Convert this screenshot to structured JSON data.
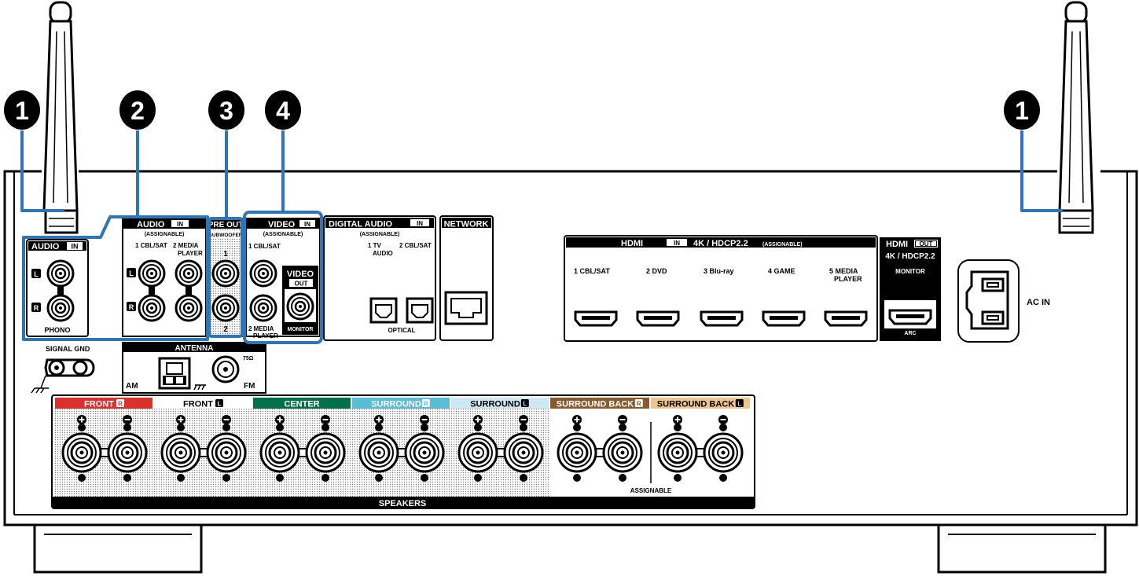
{
  "callouts": {
    "c1": "1",
    "c2": "2",
    "c3": "3",
    "c4": "4"
  },
  "audio_in_phono": {
    "title": "AUDIO",
    "tag": "IN",
    "l": "L",
    "r": "R",
    "label": "PHONO"
  },
  "audio_in": {
    "title": "AUDIO",
    "tag": "IN",
    "sub": "(ASSIGNABLE)",
    "ch1": "1 CBL/SAT",
    "ch2": "2  MEDIA",
    "ch2b": "PLAYER",
    "l": "L",
    "r": "R"
  },
  "pre_out": {
    "title": "PRE OUT",
    "sub": "SUBWOOFER",
    "one": "1",
    "two": "2"
  },
  "video_in": {
    "title": "VIDEO",
    "tag": "IN",
    "sub": "(ASSIGNABLE)",
    "ch1": "1 CBL/SAT",
    "ch2": "2  MEDIA",
    "ch2b": "PLAYER"
  },
  "video_out": {
    "title": "VIDEO",
    "tag": "OUT",
    "label": "MONITOR"
  },
  "digital_audio": {
    "title": "DIGITAL AUDIO",
    "tag": "IN",
    "sub": "(ASSIGNABLE)",
    "ch1": "1   TV",
    "ch1b": "AUDIO",
    "ch2": "2 CBL/SAT",
    "label": "OPTICAL"
  },
  "network": {
    "title": "NETWORK"
  },
  "hdmi_in": {
    "title": "HDMI",
    "tag": "IN",
    "spec": "4K / HDCP2.2",
    "sub": "(ASSIGNABLE)",
    "inputs": [
      "1  CBL/SAT",
      "2  DVD",
      "3  Blu-ray",
      "4  GAME",
      "5  MEDIA"
    ],
    "input5b": "PLAYER"
  },
  "hdmi_out": {
    "title": "HDMI",
    "tag": "OUT",
    "spec": "4K / HDCP2.2",
    "monitor": "MONITOR",
    "arc": "ARC"
  },
  "ac_in": {
    "label": "AC IN"
  },
  "signal_gnd": {
    "label": "SIGNAL GND"
  },
  "antenna": {
    "title": "ANTENNA",
    "am": "AM",
    "fm": "FM",
    "ohm": "75Ω"
  },
  "speakers": {
    "footer": "SPEAKERS",
    "assignable": "ASSIGNABLE",
    "groups": [
      {
        "label": "FRONT",
        "tag": "R",
        "color": "#d9312b",
        "text": "#ffffff"
      },
      {
        "label": "FRONT",
        "tag": "L",
        "color": "#ffffff",
        "text": "#000000"
      },
      {
        "label": "CENTER",
        "tag": "",
        "color": "#00704a",
        "text": "#ffffff"
      },
      {
        "label": "SURROUND",
        "tag": "R",
        "color": "#5bbcd6",
        "text": "#ffffff"
      },
      {
        "label": "SURROUND",
        "tag": "L",
        "color": "#cde8f2",
        "text": "#000000"
      },
      {
        "label": "SURROUND BACK",
        "tag": "R",
        "color": "#8b5a2b",
        "text": "#ffffff"
      },
      {
        "label": "SURROUND BACK",
        "tag": "L",
        "color": "#f0c48a",
        "text": "#000000"
      }
    ]
  },
  "colors": {
    "highlight": "#2f74b5",
    "panel_line": "#000000"
  }
}
